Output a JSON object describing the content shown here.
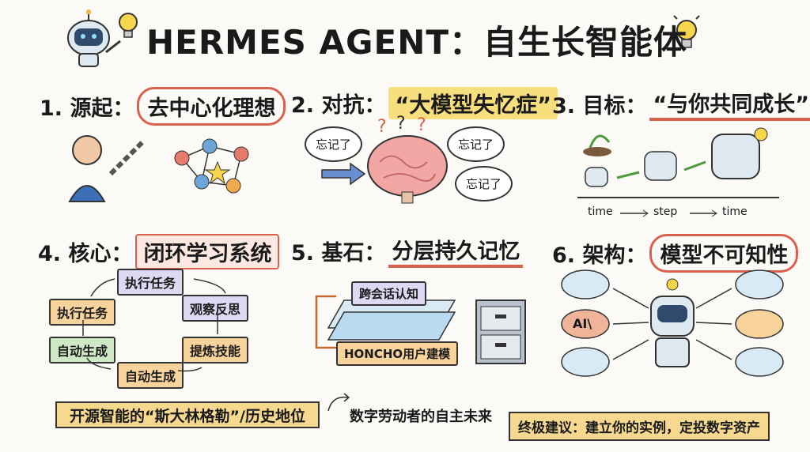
{
  "title": "HERMES AGENT：自生长智能体",
  "sections": [
    {
      "head": "1. 源起：",
      "highlight": "去中心化理想"
    },
    {
      "head": "2. 对抗：",
      "highlight": "“大模型失忆症”",
      "bubbles": [
        "忘记了",
        "忘记了",
        "忘记了"
      ]
    },
    {
      "head": "3. 目标：",
      "highlight": "“与你共同成长”",
      "timeline": [
        "time",
        "step",
        "time"
      ]
    },
    {
      "head": "4. 核心：",
      "highlight": "闭环学习系统",
      "loop": [
        "执行任务",
        "观察反思",
        "提炼技能",
        "自动生成",
        "自动生成",
        "执行任务"
      ]
    },
    {
      "head": "5. 基石：",
      "highlight": "分层持久记忆",
      "layers": [
        "跨会话认知",
        "HONCHO用户建模"
      ]
    },
    {
      "head": "6. 架构：",
      "highlight": "模型不可知性",
      "model_logos": [
        "AI\\"
      ]
    }
  ],
  "footer": {
    "banner": "开源智能的“斯大林格勒”/历史地位",
    "note": "数字劳动者的自主未来",
    "final": "终极建议：建立你的实例，定投数字资产"
  }
}
